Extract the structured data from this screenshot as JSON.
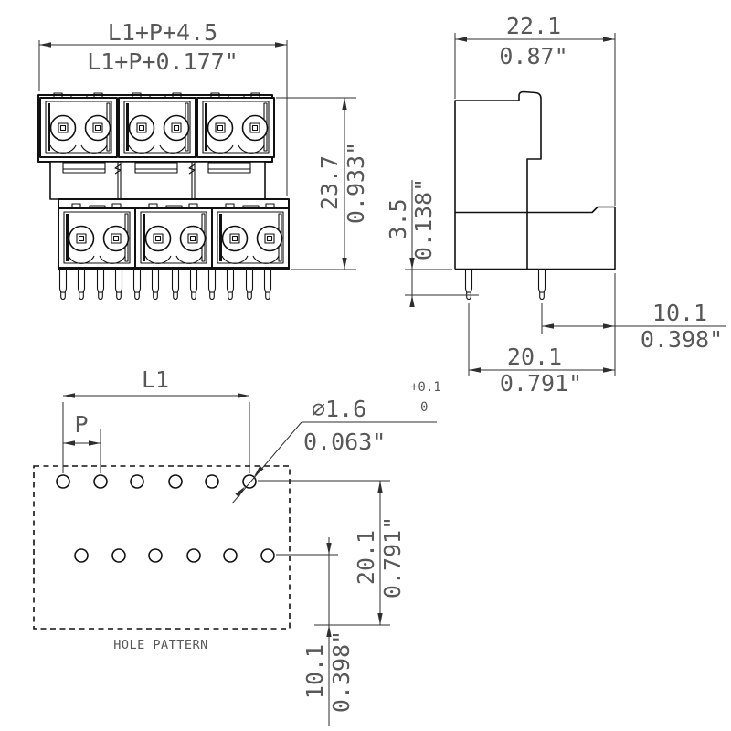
{
  "front_view": {
    "width_mm": "L1+P+4.5",
    "width_in": "L1+P+0.177\"",
    "height_mm": "23.7",
    "height_in": "0.933\""
  },
  "side_view": {
    "width_mm": "22.1",
    "width_in": "0.87\"",
    "pin_protrusion_mm": "3.5",
    "pin_protrusion_in": "0.138\"",
    "pin2_to_edge_mm": "10.1",
    "pin2_to_edge_in": "0.398\"",
    "pin1_to_edge_mm": "20.1",
    "pin1_to_edge_in": "0.791\""
  },
  "hole_pattern": {
    "title": "HOLE PATTERN",
    "l1_label": "L1",
    "p_label": "P",
    "hole_dia_mm": "⌀1.6",
    "hole_tol_plus": "+0.1",
    "hole_tol_zero": "0",
    "hole_dia_in": "0.063\"",
    "row_to_edge_mm": "20.1",
    "row_to_edge_in": "0.791\"",
    "row2_to_edge_mm": "10.1",
    "row2_to_edge_in": "0.398\""
  },
  "style": {
    "line_color": "#111111",
    "dimension_color": "#2e2e2e",
    "text_color": "#585858",
    "background": "#ffffff"
  }
}
